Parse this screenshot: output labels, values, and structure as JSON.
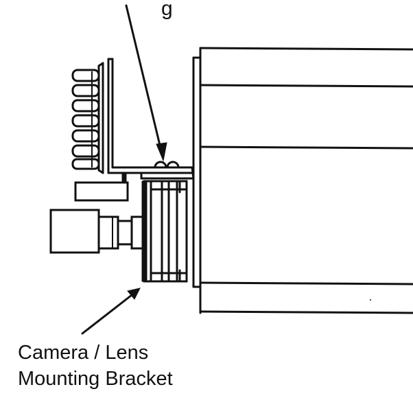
{
  "callouts": {
    "bottom_label_line1": "Camera / Lens",
    "bottom_label_line2": "Mounting Bracket",
    "top_label_partial": "g"
  }
}
